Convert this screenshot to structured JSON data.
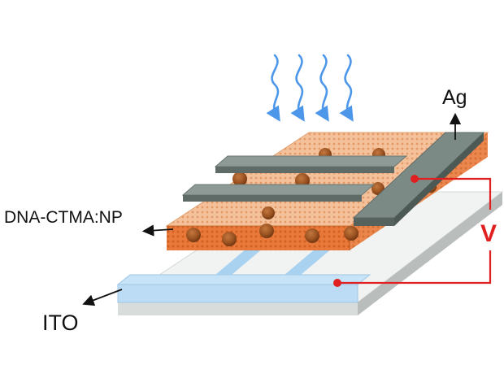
{
  "labels": {
    "top_electrode": "Ag",
    "active_layer": "DNA-CTMA:NP",
    "bottom_electrode": "ITO",
    "voltage": "V"
  },
  "colors": {
    "light_arrows": "#4d97ea",
    "ag_electrode": "#7c8a86",
    "dna_layer": "#e87532",
    "dna_layer_light": "#f2b58a",
    "nanoparticle": "#8c4515",
    "ito": "#bcdcf5",
    "glass_substrate": "#f1f3f2",
    "circuit": "#e02020",
    "text": "#111111"
  },
  "icons": [
    "light-incidence-arrows",
    "circuit-contact-dot",
    "label-pointer-arrow"
  ]
}
